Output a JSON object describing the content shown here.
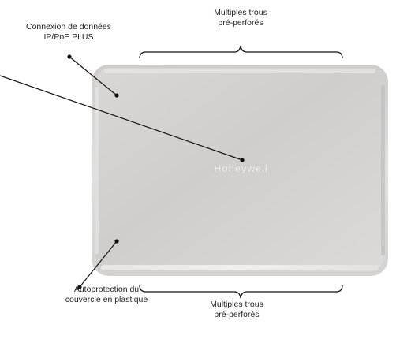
{
  "labels": {
    "top_holes": {
      "line1": "Multiples trous",
      "line2": "pré-perforés"
    },
    "data_connection": {
      "line1": "Connexion de données",
      "line2": "IP/PoE PLUS"
    },
    "tamper": {
      "line1": "Autoprotection du",
      "line2": "couvercle en plastique"
    },
    "bottom_holes": {
      "line1": "Multiples trous",
      "line2": "pré-perforés"
    }
  },
  "device": {
    "logo_text": "Honeywell",
    "body_color": "#d2d0cf",
    "highlight_color": "#e8e6e5",
    "edge_color": "#c4c2c1"
  },
  "colors": {
    "leader_line": "#111111",
    "brace": "#111111"
  }
}
